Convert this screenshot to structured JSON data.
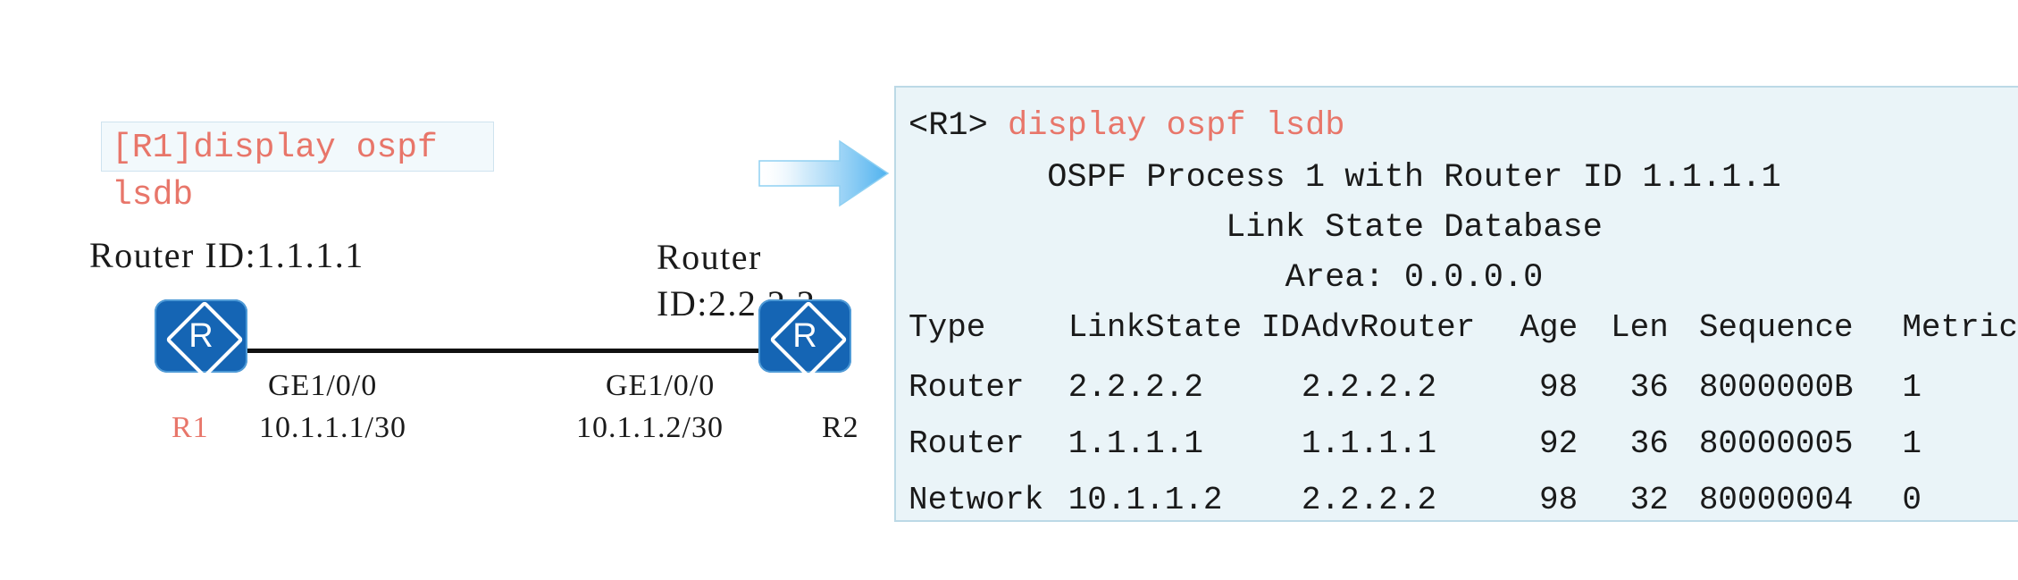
{
  "diagram": {
    "command_box": {
      "line1": "[R1]display ospf",
      "line2": "lsdb"
    },
    "router_left": {
      "router_id_label": "Router ID:1.1.1.1",
      "name": "R1",
      "interface": "GE1/0/0",
      "ip_address": "10.1.1.1/30",
      "icon_letter": "R"
    },
    "router_right": {
      "router_id_label": "Router ID:2.2.2.2",
      "name": "R2",
      "interface": "GE1/0/0",
      "ip_address": "10.1.1.2/30",
      "icon_letter": "R"
    }
  },
  "terminal": {
    "prompt": "<R1>",
    "command": "display ospf lsdb",
    "header_process": "OSPF Process 1 with Router ID 1.1.1.1",
    "header_lsdb": "Link State Database",
    "header_area": "Area: 0.0.0.0",
    "columns": [
      "Type",
      "LinkState ID",
      "AdvRouter",
      "Age",
      "Len",
      "Sequence",
      "Metric"
    ],
    "rows": [
      {
        "type": "Router",
        "linkstate_id": "2.2.2.2",
        "adv_router": "2.2.2.2",
        "age": "98",
        "len": "36",
        "sequence": "8000000B",
        "metric": "1"
      },
      {
        "type": "Router",
        "linkstate_id": "1.1.1.1",
        "adv_router": "1.1.1.1",
        "age": "92",
        "len": "36",
        "sequence": "80000005",
        "metric": "1"
      },
      {
        "type": "Network",
        "linkstate_id": "10.1.1.2",
        "adv_router": "2.2.2.2",
        "age": "98",
        "len": "32",
        "sequence": "80000004",
        "metric": "0"
      }
    ]
  },
  "colors": {
    "accent_red": "#e8766a",
    "router_blue": "#1565b4",
    "panel_bg": "#eaf4f8",
    "panel_border": "#bcd9e6",
    "arrow_blue": "#54b3ec"
  },
  "icons": {
    "flow_arrow": "right-arrow-icon",
    "router": "router-icon"
  }
}
